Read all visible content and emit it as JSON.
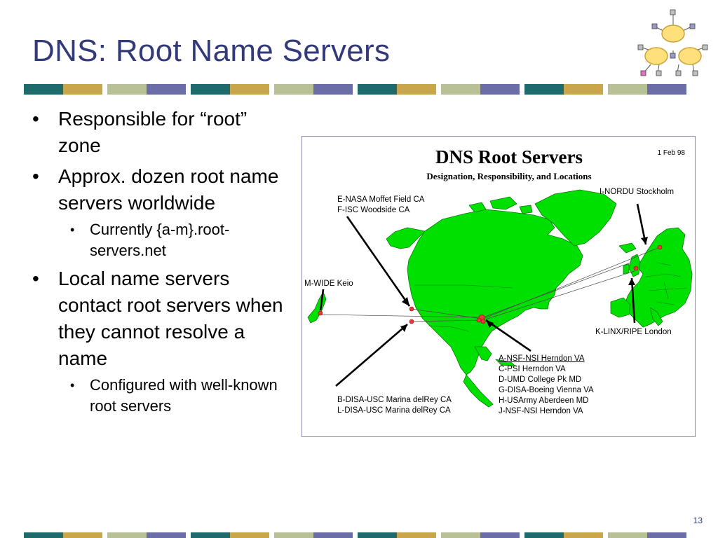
{
  "slide": {
    "title": "DNS: Root Name Servers",
    "page_number": "13"
  },
  "colors": {
    "title": "#333a7a",
    "stripe": [
      "#1f6b6b",
      "#c9a64b",
      "#b8c095",
      "#6b6ea6"
    ],
    "map_land": "#00e000",
    "map_border": "#0a8a0a"
  },
  "bullets": [
    {
      "level": 1,
      "text": "Responsible for “root” zone"
    },
    {
      "level": 1,
      "text": "Approx. dozen root name servers worldwide"
    },
    {
      "level": 2,
      "text": "Currently {a-m}.root-servers.net"
    },
    {
      "level": 1,
      "text": "Local name servers contact root servers when they cannot resolve a name"
    },
    {
      "level": 2,
      "text": "Configured with well-known root servers"
    }
  ],
  "figure": {
    "title": "DNS Root Servers",
    "subtitle": "Designation, Responsibility, and Locations",
    "date": "1 Feb 98",
    "labels": {
      "nasa": [
        "E-NASA Moffet Field CA",
        "F-ISC Woodside CA"
      ],
      "nordu": [
        "I-NORDU Stockholm"
      ],
      "wide": [
        "M-WIDE Keio"
      ],
      "linx": [
        "K-LINX/RIPE London"
      ],
      "herndon": [
        "A-NSF-NSI Herndon VA",
        "C-PSI Herndon VA",
        "D-UMD College Pk MD",
        "G-DISA-Boeing Vienna VA",
        "H-USArmy Aberdeen MD",
        "J-NSF-NSI Herndon VA"
      ],
      "disa": [
        "B-DISA-USC Marina delRey CA",
        "L-DISA-USC Marina delRey CA"
      ]
    }
  }
}
